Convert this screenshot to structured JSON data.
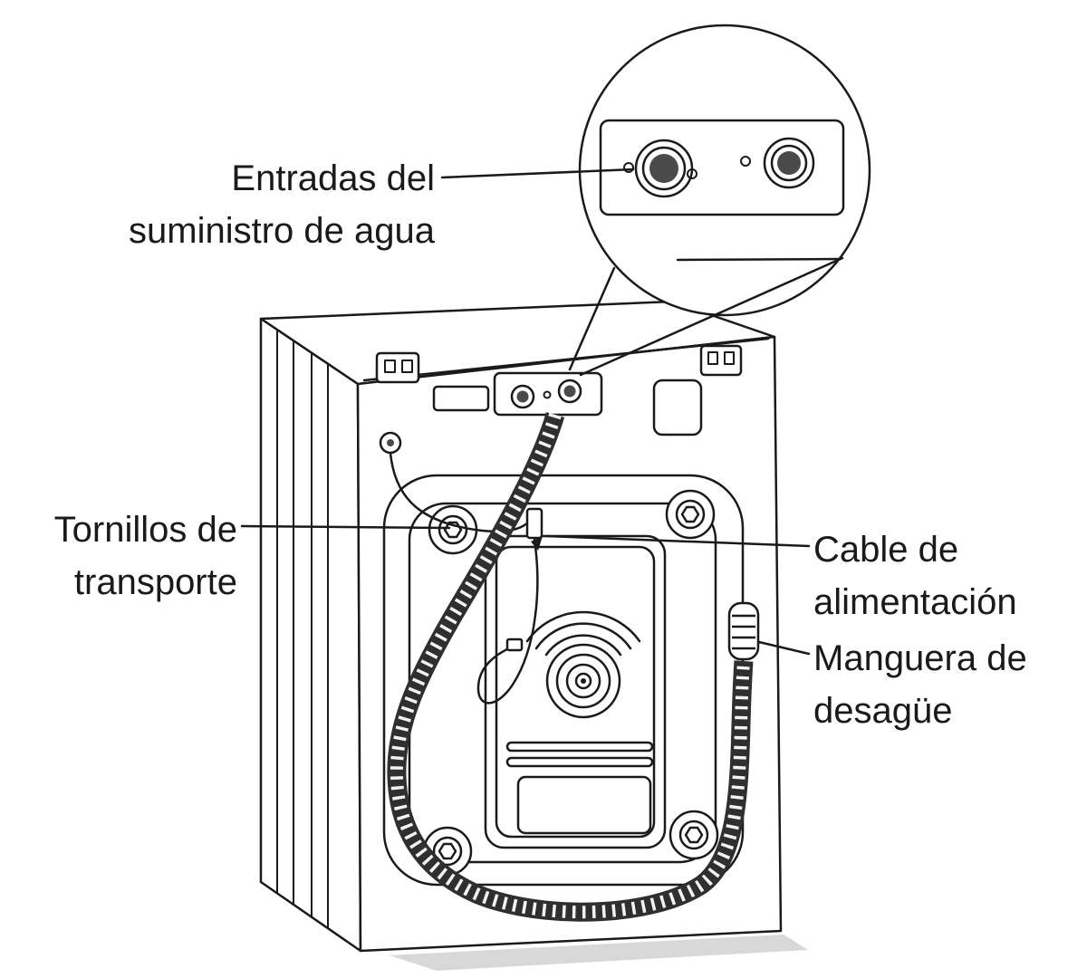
{
  "figure": {
    "labels": {
      "water_inlets": {
        "line1": "Entradas del",
        "line2": "suministro de agua"
      },
      "transport_bolts": {
        "line1": "Tornillos de",
        "line2": "transporte"
      },
      "power_cable": {
        "line1": "Cable de",
        "line2": "alimentación"
      },
      "drain_hose": {
        "line1": "Manguera de",
        "line2": "desagüe"
      }
    },
    "colors": {
      "ink": "#1a1a1a",
      "hose": "#2f2f2f",
      "metal_fill": "#4a4a4a",
      "shadow": "#d8d8d8",
      "background": "#ffffff"
    }
  }
}
